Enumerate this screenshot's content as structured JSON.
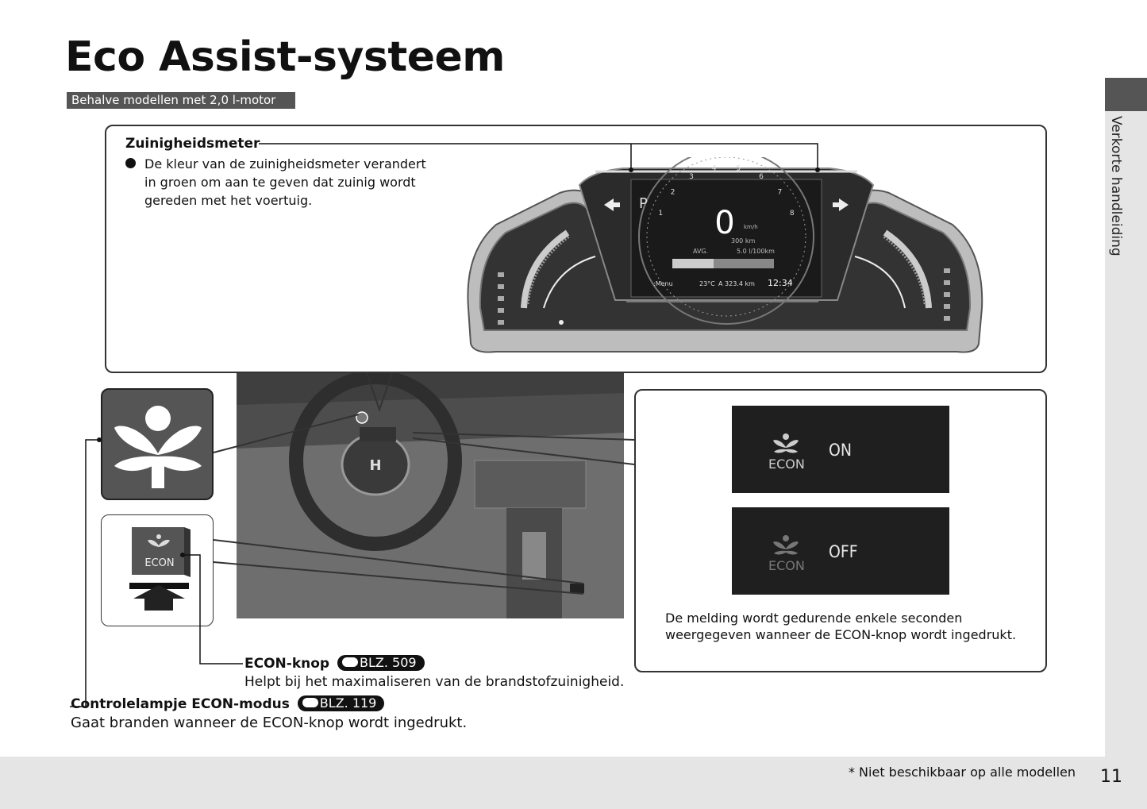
{
  "page": {
    "title": "Eco Assist-systeem",
    "model_tag": "Behalve modellen met 2,0 l-motor",
    "side_label": "Verkorte handleiding",
    "footnote": "* Niet beschikbaar op alle modellen",
    "page_number": "11"
  },
  "meter": {
    "title": "Zuinigheidsmeter",
    "description": "De kleur van de zuinigheidsmeter verandert in groen om aan te geven dat zuinig wordt gereden met het voertuig."
  },
  "cluster_display": {
    "gear": "P",
    "speed": "0",
    "speed_unit": "km/h",
    "range": "300 km",
    "avg_label": "AVG.",
    "avg_value": "5.0 l/100km",
    "menu": ":Menu",
    "temperature": "23°C",
    "trip": "A 323.4 km",
    "clock": "12:34",
    "tach_ticks": [
      "1",
      "2",
      "3",
      "4",
      "5",
      "6",
      "7",
      "8"
    ]
  },
  "econ_messages": [
    {
      "label": "ECON",
      "state": "ON"
    },
    {
      "label": "ECON",
      "state": "OFF"
    }
  ],
  "econ_button_label": "ECON",
  "message_note": "De melding wordt gedurende enkele seconden weergegeven wanneer de ECON-knop wordt ingedrukt.",
  "econ_knop": {
    "title": "ECON-knop",
    "ref": "BLZ. 509",
    "description": "Helpt bij het maximaliseren van de brandstofzuinigheid."
  },
  "econ_lamp": {
    "title": "Controlelampje ECON-modus",
    "ref": "BLZ. 119",
    "description": "Gaat branden wanneer de ECON-knop wordt ingedrukt."
  },
  "colors": {
    "tag_bg": "#555555",
    "side_bg": "#e5e5e5",
    "message_bg": "#1f1f1f",
    "eco_lamp_bg": "#555555"
  }
}
